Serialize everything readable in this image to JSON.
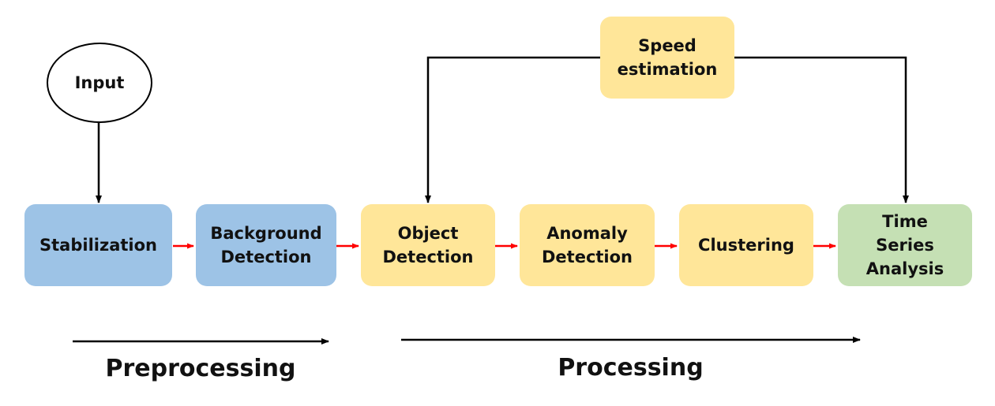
{
  "nodes": {
    "input": "Input",
    "stabilization": "Stabilization",
    "background_detection": "Background\nDetection",
    "object_detection": "Object\nDetection",
    "anomaly_detection": "Anomaly\nDetection",
    "clustering": "Clustering",
    "time_series_analysis": "Time\nSeries\nAnalysis",
    "speed_estimation": "Speed\nestimation"
  },
  "phases": {
    "preprocessing": "Preprocessing",
    "processing": "Processing"
  },
  "colors": {
    "preprocessing_stage": "#9dc3e6",
    "processing_stage": "#ffe699",
    "analysis_stage": "#c5e0b4",
    "flow_arrow": "#ff0000",
    "connector": "#000000"
  }
}
